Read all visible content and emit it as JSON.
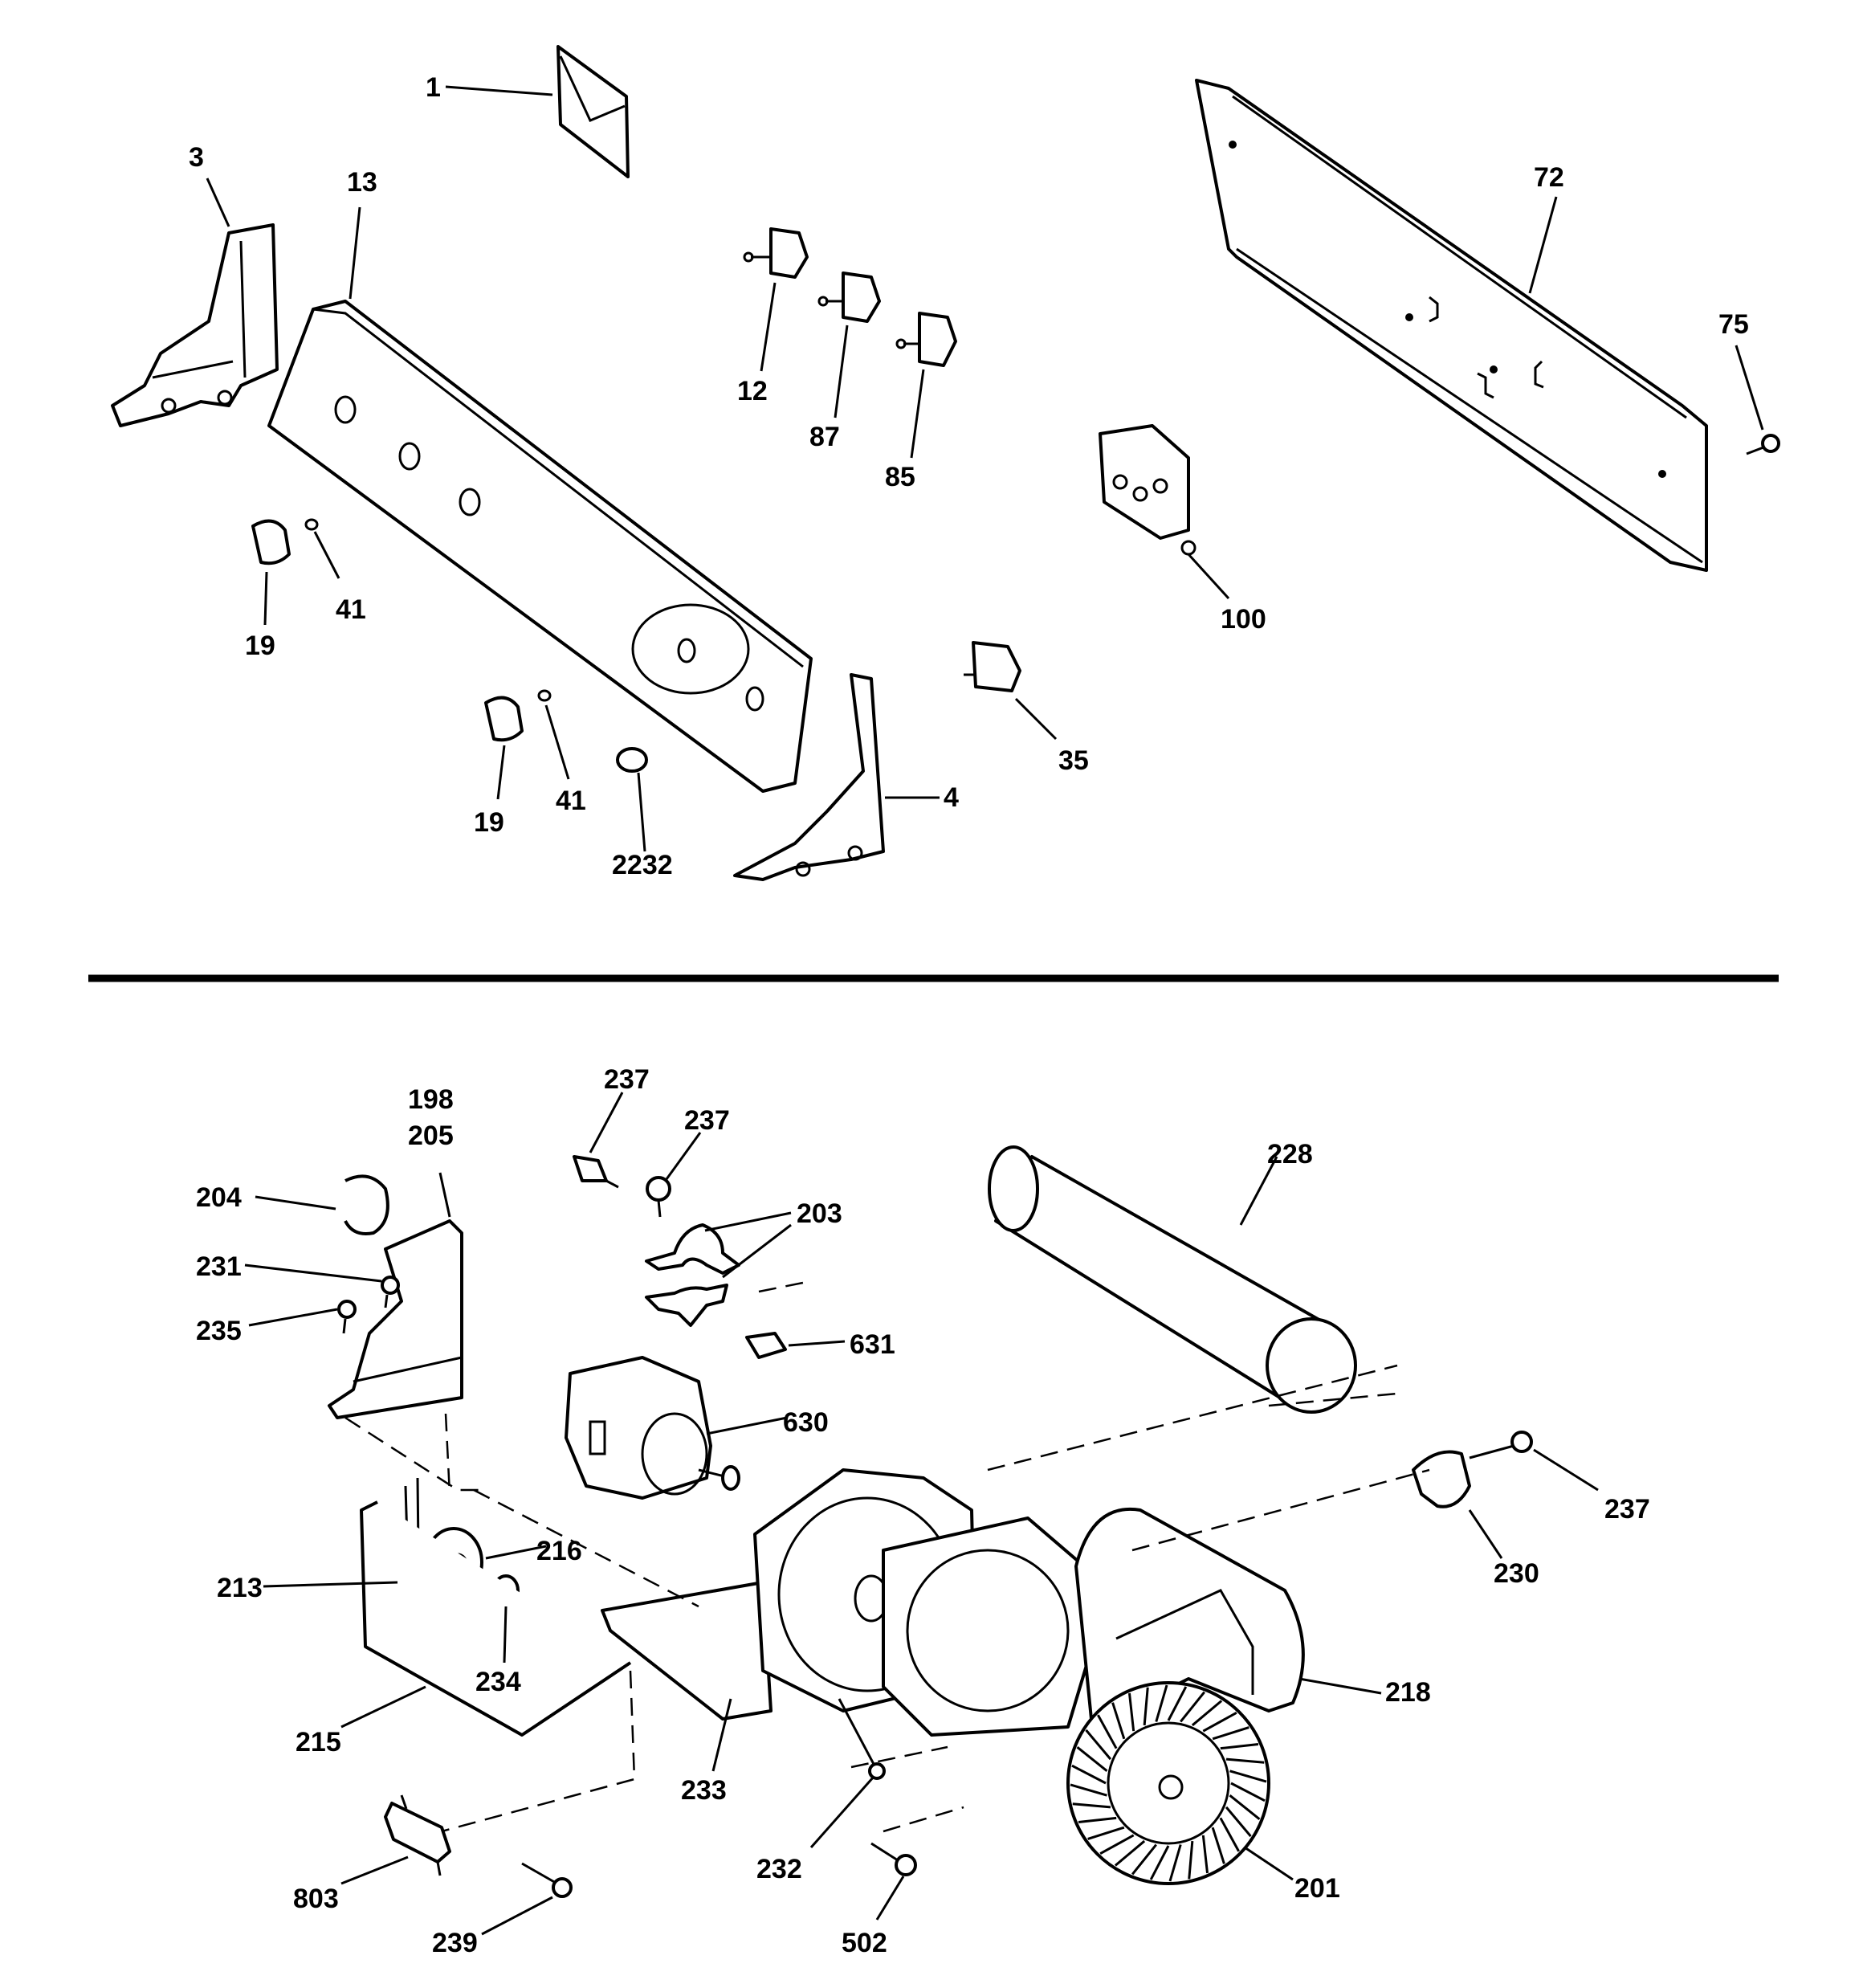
{
  "labels": {
    "p1": "1",
    "p3": "3",
    "p13": "13",
    "p72": "72",
    "p12": "12",
    "p87": "87",
    "p85": "85",
    "p75": "75",
    "p100": "100",
    "p19a": "19",
    "p41a": "41",
    "p19b": "19",
    "p41b": "41",
    "p2232": "2232",
    "p4": "4",
    "p35": "35",
    "p198": "198",
    "p205": "205",
    "p204": "204",
    "p231": "231",
    "p235": "235",
    "p237a": "237",
    "p237b": "237",
    "p203": "203",
    "p228": "228",
    "p631": "631",
    "p630": "630",
    "p237c": "237",
    "p230": "230",
    "p216": "216",
    "p213": "213",
    "p234": "234",
    "p215": "215",
    "p218": "218",
    "p233": "233",
    "p232": "232",
    "p803": "803",
    "p239": "239",
    "p502": "502",
    "p201": "201"
  }
}
